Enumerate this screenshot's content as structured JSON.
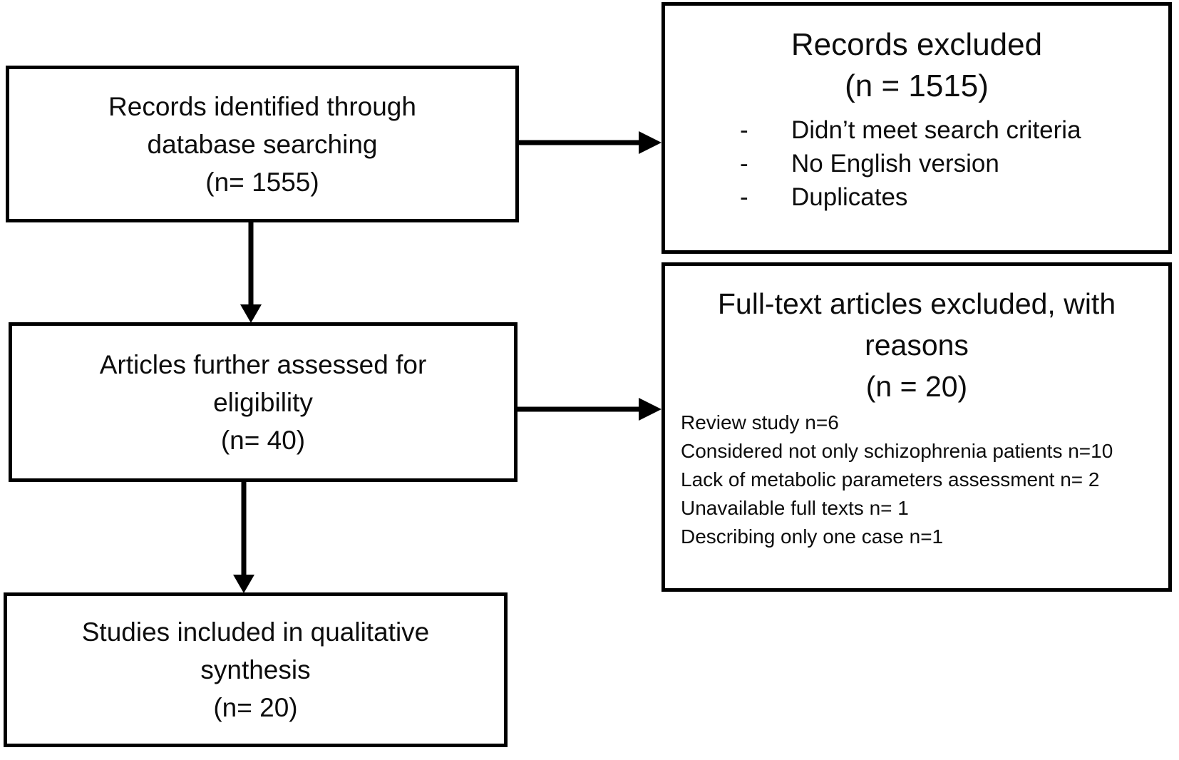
{
  "figure": {
    "type": "prisma-flow-diagram",
    "colors": {
      "background": "#ffffff",
      "border": "#000000",
      "text": "#0d0d0d",
      "arrow": "#000000"
    },
    "boxes": {
      "identification": {
        "lines": [
          "Records identified through",
          "database searching",
          "(n= 1555)"
        ]
      },
      "records_excluded": {
        "title_lines": [
          "Records excluded",
          "(n = 1515)"
        ],
        "bullet_marker": "-",
        "bullets": [
          "Didn’t meet search criteria",
          "No English version",
          "Duplicates"
        ]
      },
      "eligibility": {
        "lines": [
          "Articles further assessed for",
          "eligibility",
          "(n= 40)"
        ]
      },
      "fulltext_excluded": {
        "title_lines": [
          "Full-text articles excluded, with",
          "reasons",
          "(n = 20)"
        ],
        "reasons": [
          "Review study n=6",
          "Considered not only schizophrenia patients n=10",
          "Lack of metabolic parameters assessment n= 2",
          "Unavailable full texts n= 1",
          "Describing only one case n=1"
        ]
      },
      "included": {
        "lines": [
          "Studies included in qualitative",
          "synthesis",
          "(n= 20)"
        ]
      }
    }
  }
}
